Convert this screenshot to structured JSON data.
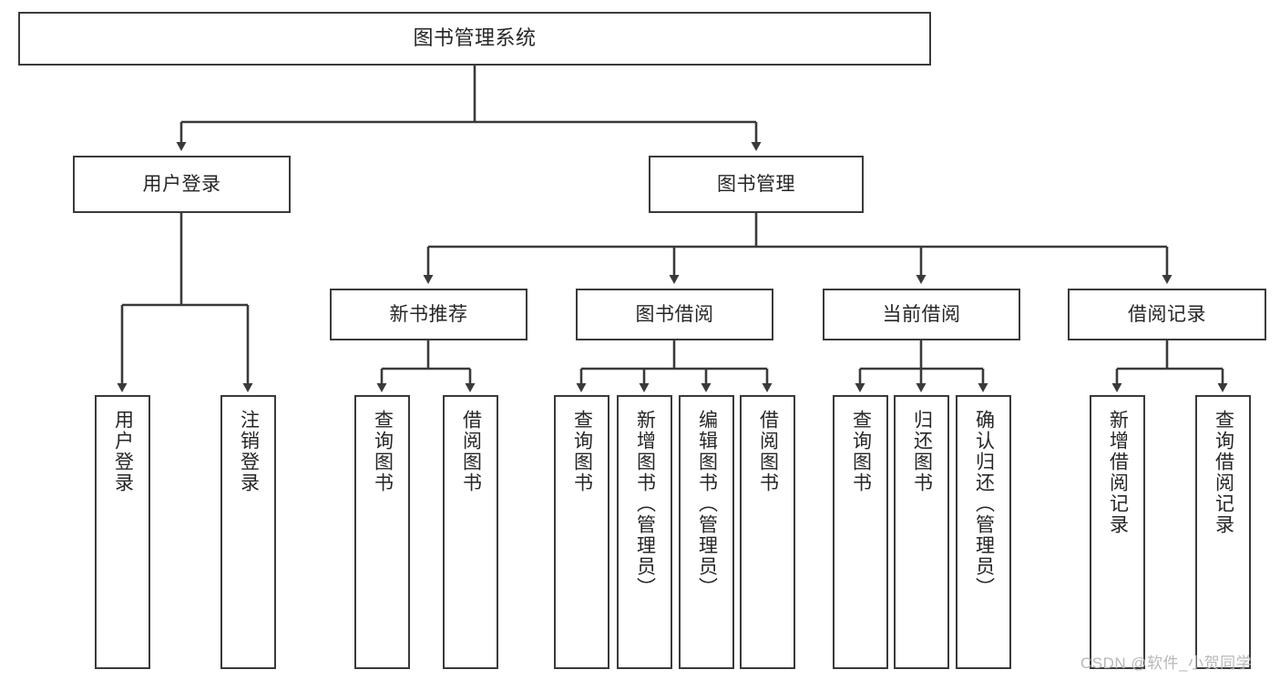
{
  "diagram": {
    "title": "图书管理系统",
    "type": "tree",
    "watermark": "CSDN @软件_小贺同学",
    "colors": {
      "background": "#ffffff",
      "box_border": "#3a3a3a",
      "box_fill": "#ffffff",
      "connector": "#3a3a3a",
      "text": "#262626",
      "watermark": "#b8b8b8"
    },
    "root": {
      "label": "图书管理系统"
    },
    "level2": [
      {
        "label": "用户登录"
      },
      {
        "label": "图书管理"
      }
    ],
    "level3": [
      {
        "label": "新书推荐"
      },
      {
        "label": "图书借阅"
      },
      {
        "label": "当前借阅"
      },
      {
        "label": "借阅记录"
      }
    ],
    "leaves": {
      "user_login": [
        {
          "label": "用户登录"
        },
        {
          "label": "注销登录"
        }
      ],
      "new_book_recommend": [
        {
          "label": "查询图书"
        },
        {
          "label": "借阅图书"
        }
      ],
      "book_borrow": [
        {
          "label": "查询图书"
        },
        {
          "label": "新增图书（管理员）"
        },
        {
          "label": "编辑图书（管理员）"
        },
        {
          "label": "借阅图书"
        }
      ],
      "current_borrow": [
        {
          "label": "查询图书"
        },
        {
          "label": "归还图书"
        },
        {
          "label": "确认归还（管理员）"
        }
      ],
      "borrow_record": [
        {
          "label": "新增借阅记录"
        },
        {
          "label": "查询借阅记录"
        }
      ]
    }
  }
}
